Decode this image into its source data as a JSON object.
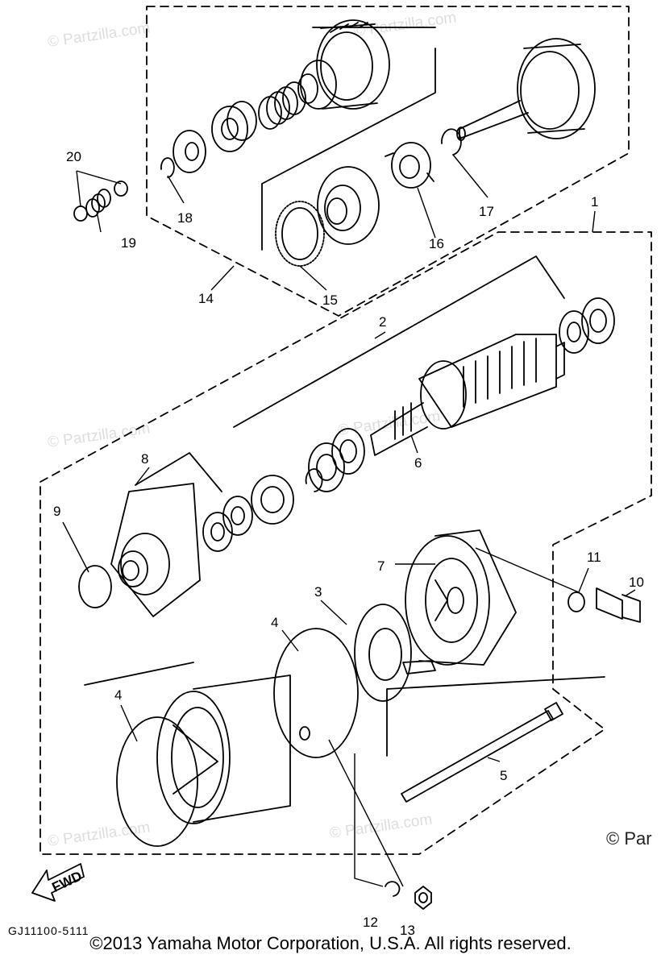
{
  "diagram": {
    "callouts": [
      "1",
      "2",
      "3",
      "4",
      "4",
      "5",
      "6",
      "7",
      "8",
      "9",
      "10",
      "11",
      "12",
      "13",
      "14",
      "15",
      "16",
      "17",
      "18",
      "19",
      "20"
    ],
    "part_code": "GJ11100-5111",
    "fwd_label": "FWD",
    "watermark": "© Partzilla.com",
    "corner_watermark": "© Par",
    "copyright": "©2013 Yamaha Motor Corporation, U.S.A. All rights reserved."
  }
}
